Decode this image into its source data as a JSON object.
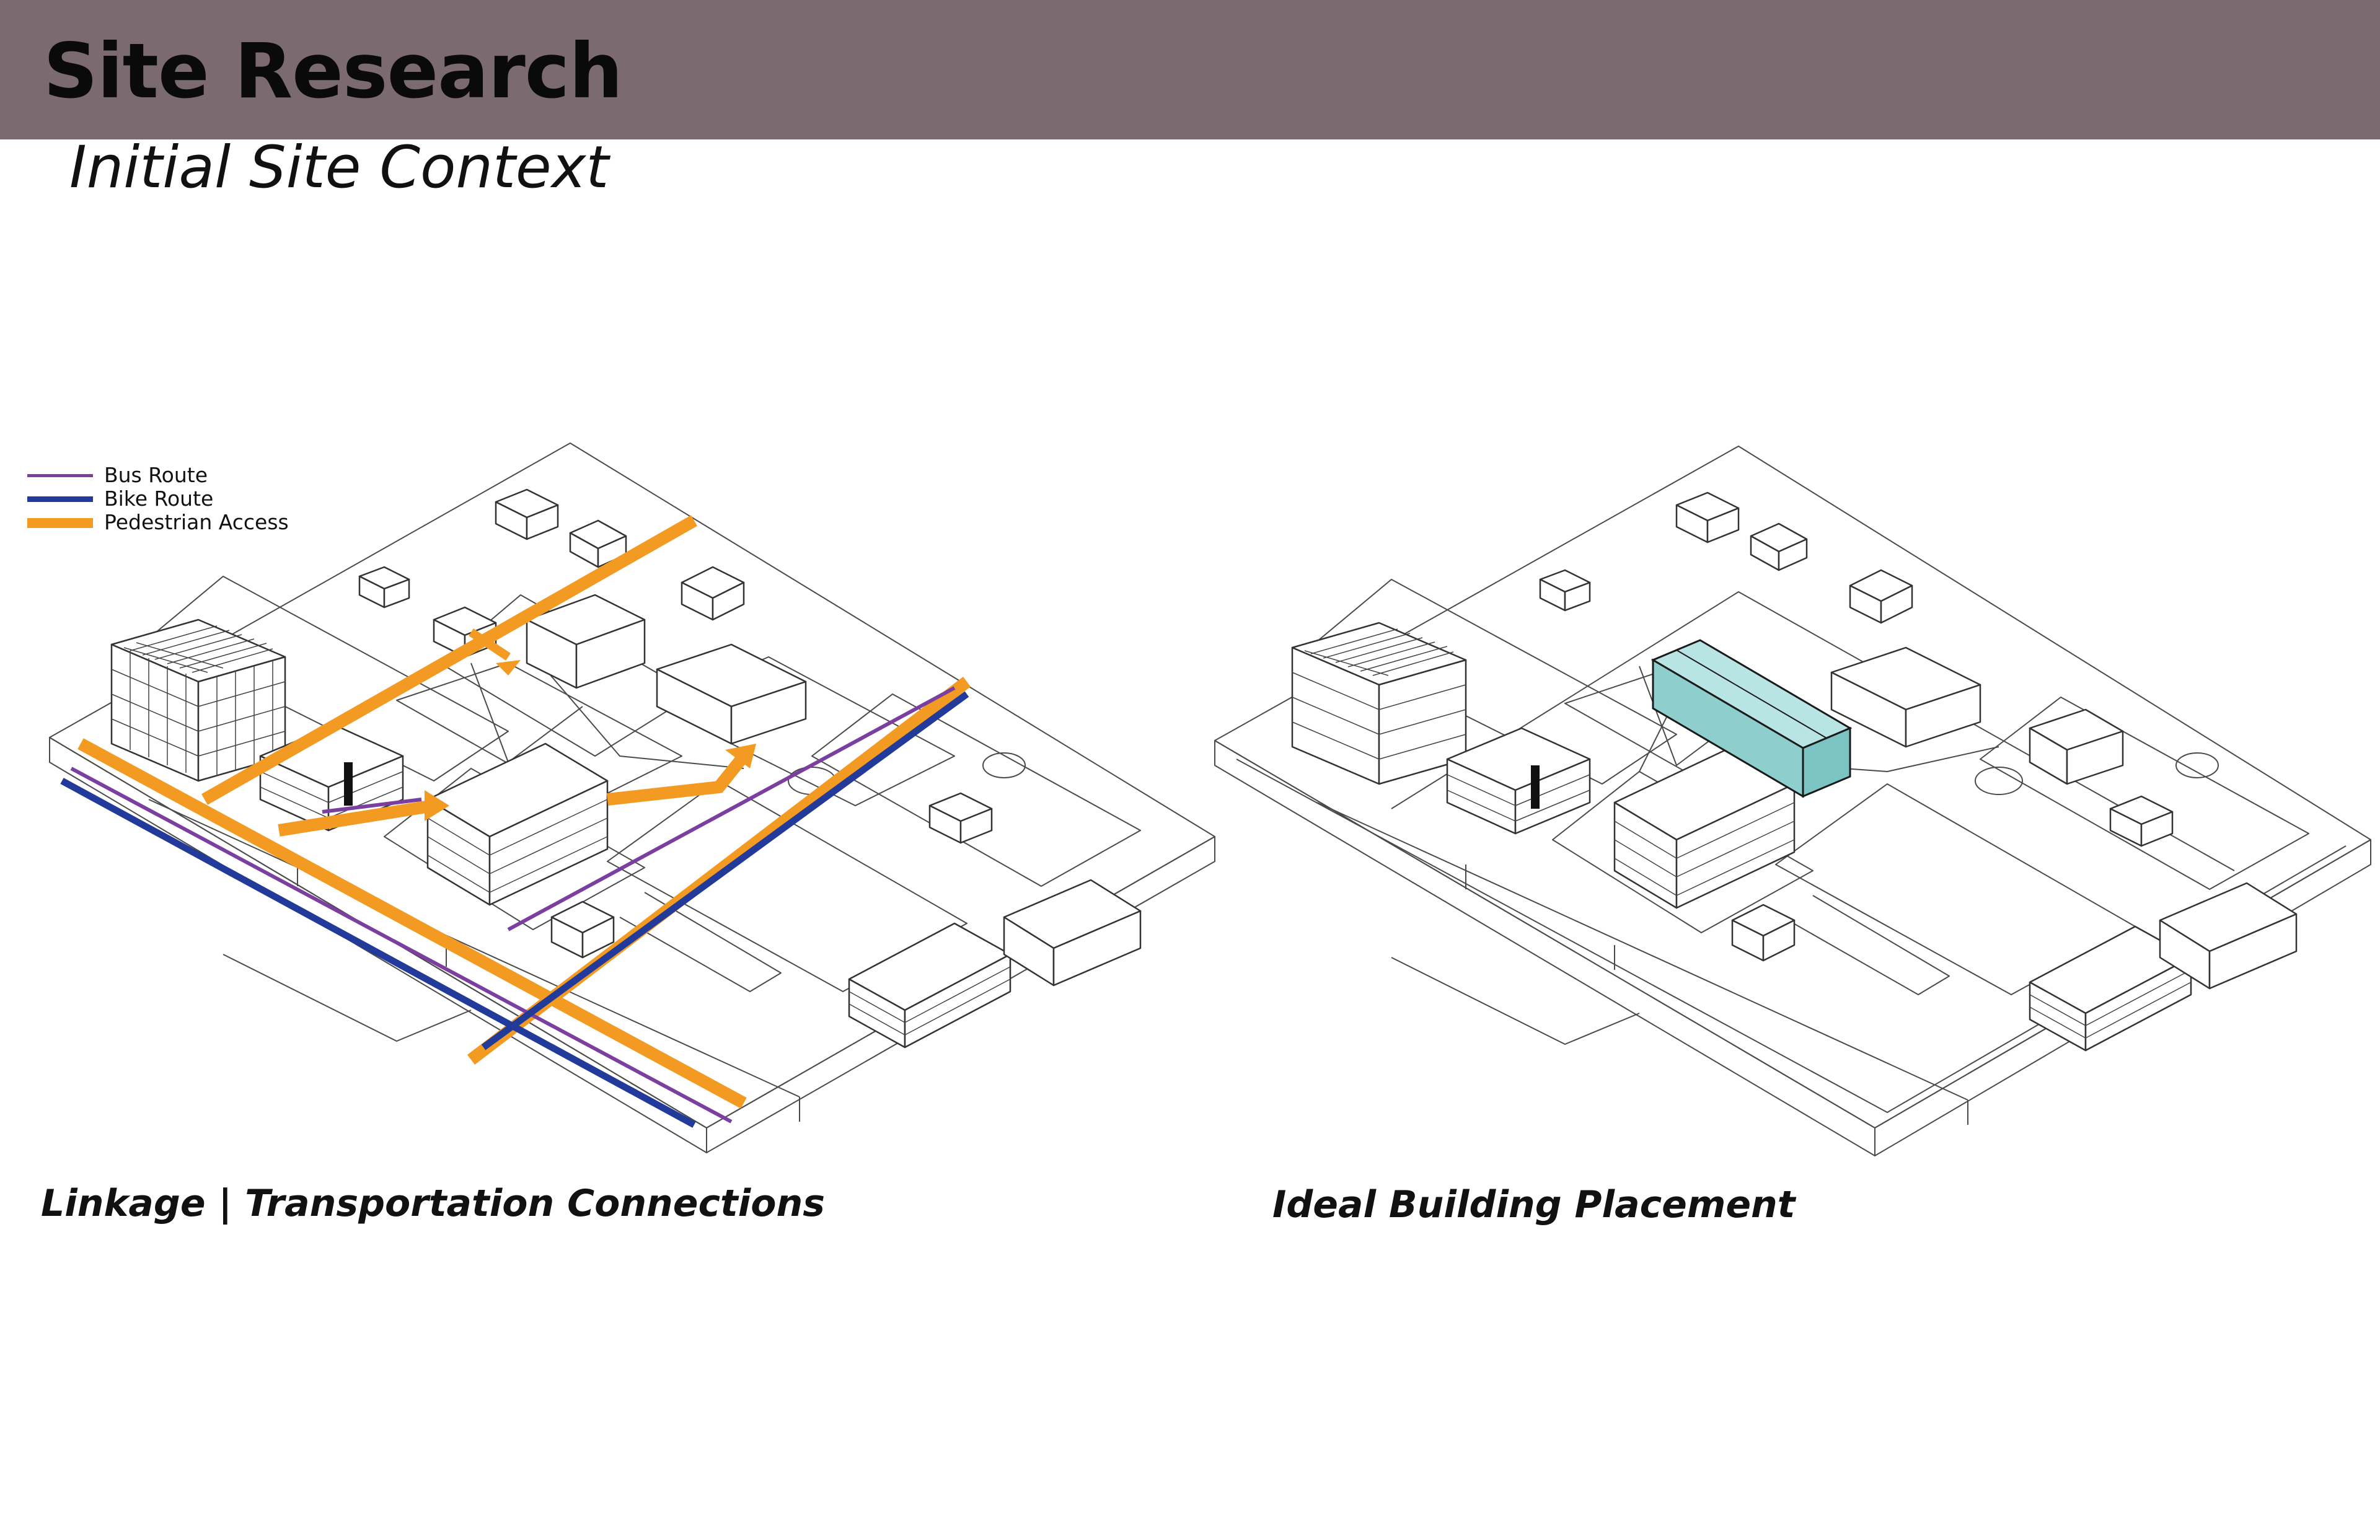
{
  "header": {
    "title": "Site Research",
    "subtitle": "Initial Site Context",
    "band_color": "#7b6a70"
  },
  "legend": {
    "items": [
      {
        "label": "Bus Route",
        "color": "#7b3fa0"
      },
      {
        "label": "Bike Route",
        "color": "#223a9a"
      },
      {
        "label": "Pedestrian Access",
        "color": "#f39a22"
      }
    ]
  },
  "panels": {
    "linkage": {
      "caption": "Linkage | Transportation Connections"
    },
    "placement": {
      "caption": "Ideal Building Placement",
      "highlight_color": "#8ecfce"
    }
  }
}
